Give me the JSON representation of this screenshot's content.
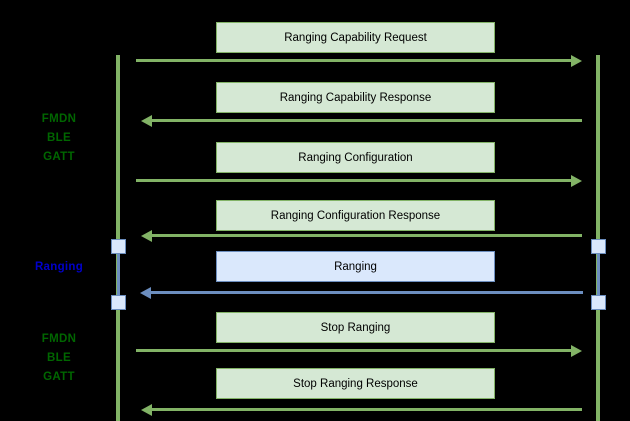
{
  "diagram": {
    "type": "sequence-diagram",
    "background_color": "#000000",
    "colors": {
      "green_fill": "#d5e8d4",
      "green_stroke": "#82b366",
      "green_text": "#006600",
      "blue_fill": "#dae8fc",
      "blue_stroke": "#6c8ebf",
      "blue_text": "#0000cc"
    },
    "lifelines": [
      {
        "name": "left-lifeline",
        "color": "#82b366"
      },
      {
        "name": "right-lifeline",
        "color": "#82b366"
      }
    ],
    "phase_labels": [
      {
        "text": "FMDN\nBLE\nGATT",
        "color": "green"
      },
      {
        "text": "Ranging",
        "color": "blue"
      },
      {
        "text": "FMDN\nBLE\nGATT",
        "color": "green"
      }
    ],
    "messages": [
      {
        "label": "Ranging Capability Request",
        "style": "green",
        "direction": "right"
      },
      {
        "label": "Ranging Capability Response",
        "style": "green",
        "direction": "left"
      },
      {
        "label": "Ranging Configuration",
        "style": "green",
        "direction": "right"
      },
      {
        "label": "Ranging Configuration Response",
        "style": "green",
        "direction": "left"
      },
      {
        "label": "Ranging",
        "style": "blue",
        "direction": "left"
      },
      {
        "label": "Stop Ranging",
        "style": "green",
        "direction": "right"
      },
      {
        "label": "Stop Ranging Response",
        "style": "green",
        "direction": "left"
      }
    ]
  }
}
